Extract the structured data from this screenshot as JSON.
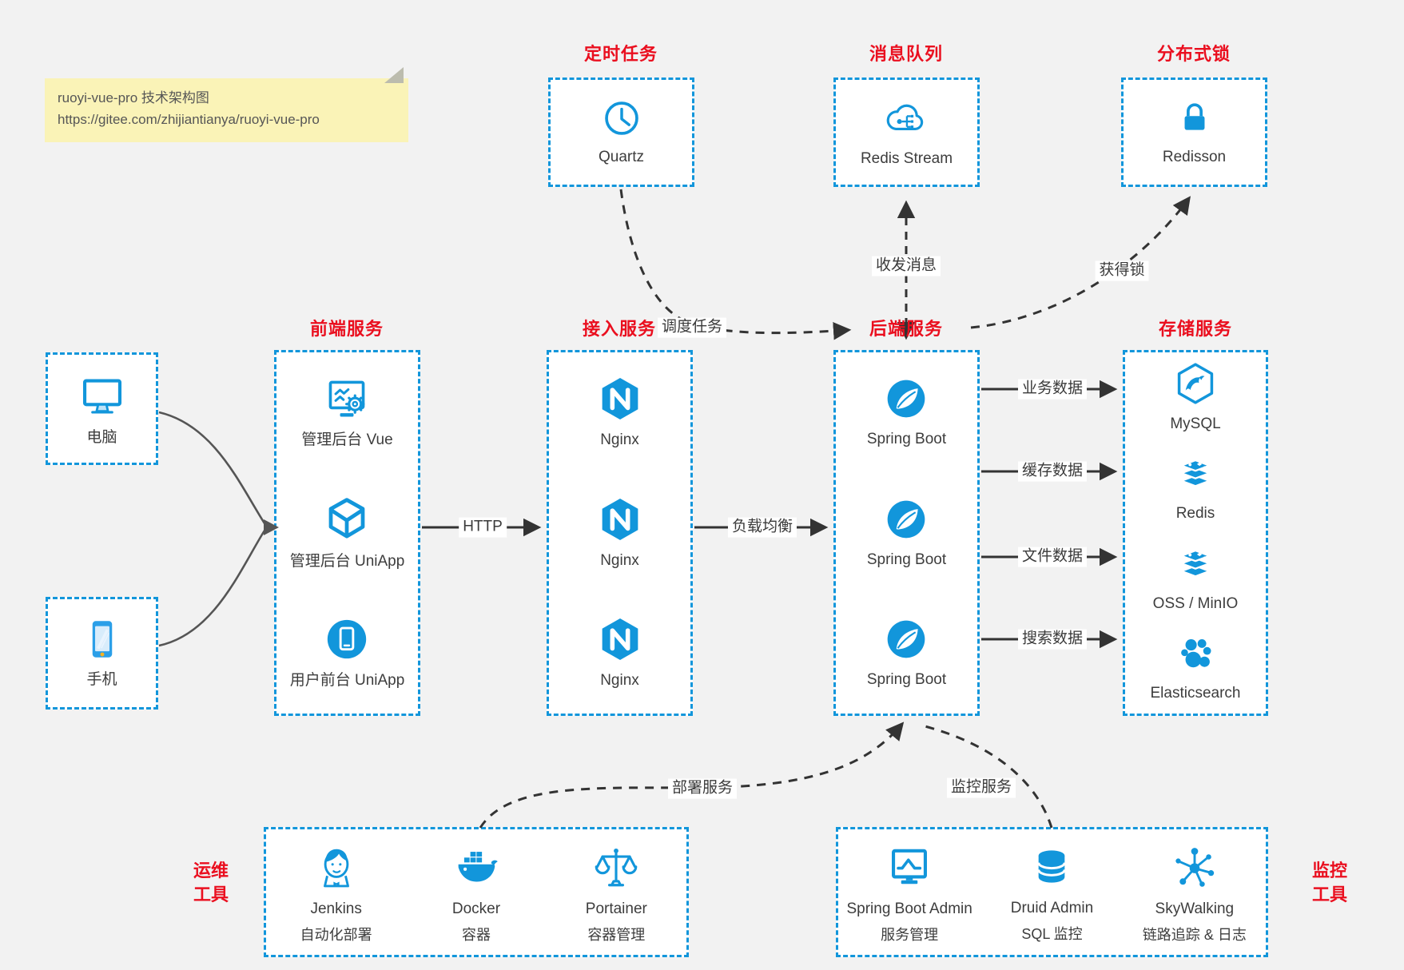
{
  "note": {
    "line1": "ruoyi-vue-pro 技术架构图",
    "line2": "https://gitee.com/zhijiantianya/ruoyi-vue-pro"
  },
  "groups": {
    "scheduled": {
      "title": "定时任务",
      "items": [
        {
          "icon": "clock-icon",
          "label": "Quartz"
        }
      ]
    },
    "mq": {
      "title": "消息队列",
      "items": [
        {
          "icon": "redis-stream-cloud-icon",
          "label": "Redis Stream"
        }
      ]
    },
    "lock": {
      "title": "分布式锁",
      "items": [
        {
          "icon": "lock-icon",
          "label": "Redisson"
        }
      ]
    },
    "clients": {
      "items": [
        {
          "icon": "desktop-icon",
          "label": "电脑"
        },
        {
          "icon": "smartphone-icon",
          "label": "手机"
        }
      ]
    },
    "frontend": {
      "title": "前端服务",
      "items": [
        {
          "icon": "admin-vue-icon",
          "label": "管理后台 Vue"
        },
        {
          "icon": "uniapp-cube-icon",
          "label": "管理后台 UniApp"
        },
        {
          "icon": "user-app-icon",
          "label": "用户前台 UniApp"
        }
      ]
    },
    "gateway": {
      "title": "接入服务",
      "items": [
        {
          "icon": "nginx-icon",
          "label": "Nginx"
        },
        {
          "icon": "nginx-icon",
          "label": "Nginx"
        },
        {
          "icon": "nginx-icon",
          "label": "Nginx"
        }
      ]
    },
    "backend": {
      "title": "后端服务",
      "items": [
        {
          "icon": "spring-boot-icon",
          "label": "Spring Boot"
        },
        {
          "icon": "spring-boot-icon",
          "label": "Spring Boot"
        },
        {
          "icon": "spring-boot-icon",
          "label": "Spring Boot"
        }
      ]
    },
    "storage": {
      "title": "存储服务",
      "items": [
        {
          "icon": "mysql-icon",
          "label": "MySQL"
        },
        {
          "icon": "redis-icon",
          "label": "Redis"
        },
        {
          "icon": "oss-minio-icon",
          "label": "OSS / MinIO"
        },
        {
          "icon": "elasticsearch-icon",
          "label": "Elasticsearch"
        }
      ]
    },
    "ops": {
      "title": "运维工具",
      "items": [
        {
          "icon": "jenkins-icon",
          "label": "Jenkins",
          "sublabel": "自动化部署"
        },
        {
          "icon": "docker-icon",
          "label": "Docker",
          "sublabel": "容器"
        },
        {
          "icon": "portainer-icon",
          "label": "Portainer",
          "sublabel": "容器管理"
        }
      ]
    },
    "monitoring": {
      "title": "监控工具",
      "items": [
        {
          "icon": "spring-boot-admin-icon",
          "label": "Spring Boot Admin",
          "sublabel": "服务管理"
        },
        {
          "icon": "druid-icon",
          "label": "Druid Admin",
          "sublabel": "SQL 监控"
        },
        {
          "icon": "skywalking-icon",
          "label": "SkyWalking",
          "sublabel": "链路追踪 & 日志"
        }
      ]
    }
  },
  "edges": {
    "http": "HTTP",
    "load_balance": "负载均衡",
    "business_data": "业务数据",
    "cache_data": "缓存数据",
    "file_data": "文件数据",
    "search_data": "搜索数据",
    "schedule_task": "调度任务",
    "send_receive_message": "收发消息",
    "acquire_lock": "获得锁",
    "deploy_service": "部署服务",
    "monitor_service": "监控服务"
  },
  "colors": {
    "accent_blue": "#1296db",
    "title_red": "#ea0f1f",
    "note_bg": "#faf3b7",
    "canvas_bg": "#f2f2f2",
    "wire_dark": "#333333",
    "wire_gray": "#555555"
  }
}
